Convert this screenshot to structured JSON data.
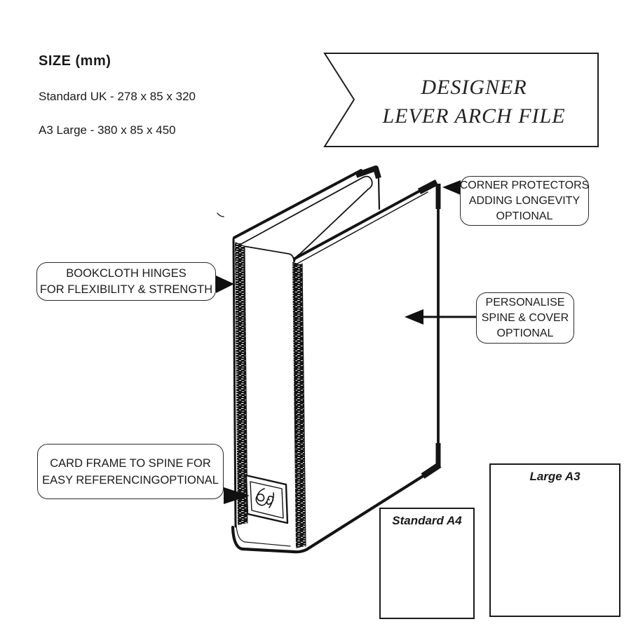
{
  "colors": {
    "ink": "#1a1a1a",
    "background": "#ffffff"
  },
  "size_info": {
    "heading": "SIZE (mm)",
    "lines": [
      "Standard UK - 278 x 85 x 320",
      "A3 Large - 380 x 85 x 450"
    ]
  },
  "banner": {
    "lines": [
      "DESIGNER",
      "LEVER ARCH FILE"
    ]
  },
  "callouts": {
    "corner_protectors": {
      "lines": [
        "CORNER PROTECTORS",
        "ADDING LONGEVITY",
        "OPTIONAL"
      ]
    },
    "bookcloth_hinges": {
      "lines": [
        "BOOKCLOTH HINGES",
        "FOR FLEXIBILITY & STRENGTH"
      ]
    },
    "personalise": {
      "lines": [
        "PERSONALISE",
        "SPINE & COVER",
        "OPTIONAL"
      ]
    },
    "card_frame": {
      "lines": [
        "CARD FRAME TO SPINE FOR",
        "EASY REFERENCINGOPTIONAL"
      ]
    }
  },
  "size_comparison": {
    "standard_label": "Standard A4",
    "large_label": "Large A3"
  }
}
